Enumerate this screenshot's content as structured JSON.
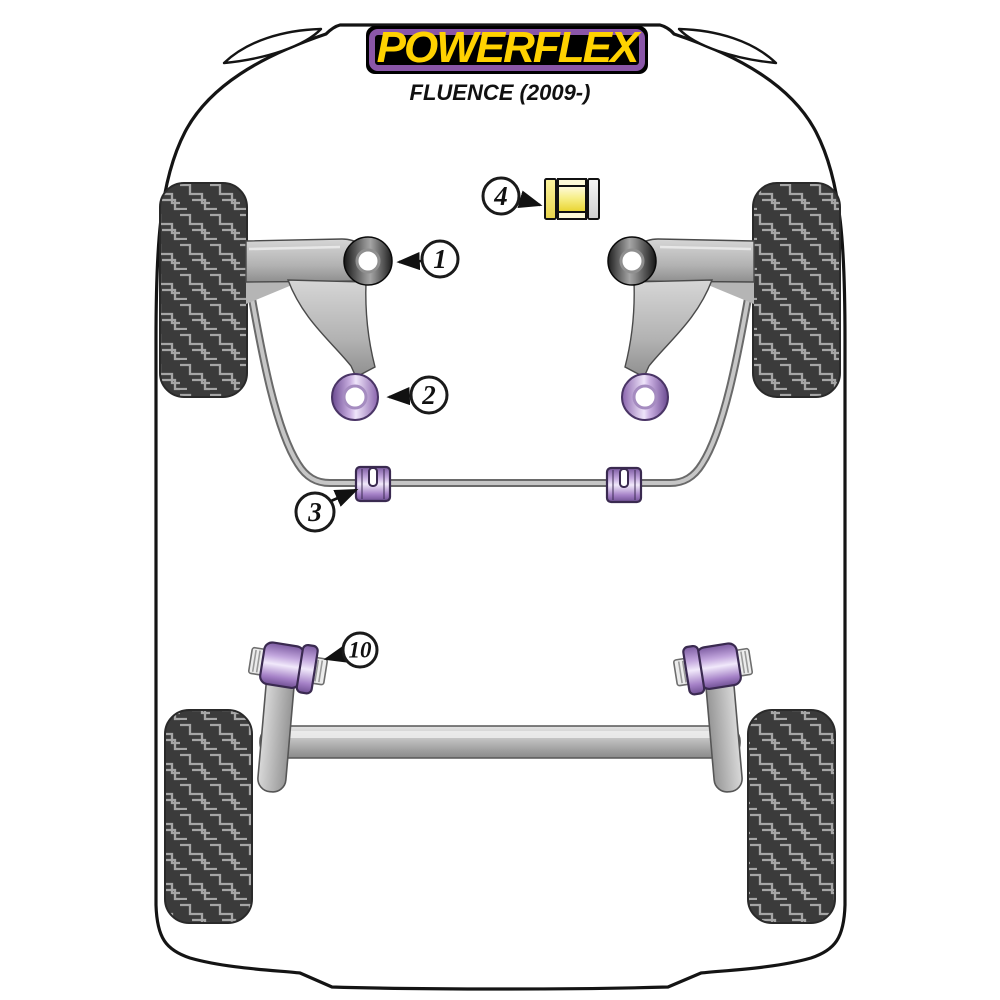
{
  "brand_plate": {
    "brand": "POWERFLEX",
    "model": "FLUENCE (2009-)"
  },
  "callouts": [
    {
      "label": "1",
      "part": "front-wishbone-front-bush"
    },
    {
      "label": "2",
      "part": "front-wishbone-rear-bush"
    },
    {
      "label": "3",
      "part": "front-anti-roll-bar-bush"
    },
    {
      "label": "4",
      "part": "gearbox-mount-insert"
    },
    {
      "label": "10",
      "part": "rear-beam-mounting-bush"
    }
  ],
  "colors": {
    "brand_yellow": "#ffd200",
    "logo_purple": "#8a56a8",
    "bush_purple": "#a581c7",
    "bush_dark": "#1c1c1c",
    "tire_dark": "#3b3b3b",
    "metal_gray": "#b5b5b5",
    "outline_black": "#141414",
    "mount_yellow": "#f2df4e"
  },
  "diagram": {
    "view": "car-chassis-top-view",
    "sections": [
      "front-suspension",
      "front-anti-roll-bar",
      "gearbox-mount",
      "rear-beam-axle"
    ]
  }
}
